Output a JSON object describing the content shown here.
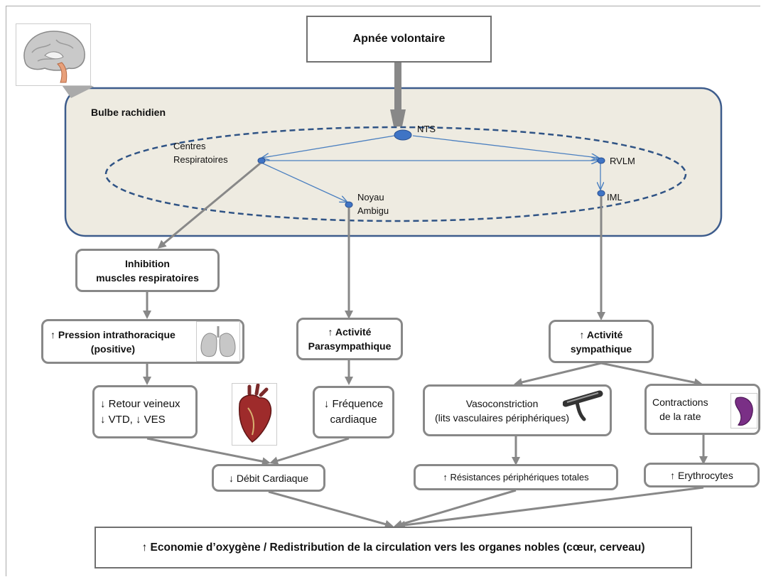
{
  "diagram": {
    "top_box": "Apnée volontaire",
    "region_label": "Bulbe rachidien",
    "nodes": {
      "nts": "NTS",
      "centres": "Centres\nRespiratoires",
      "rvlm": "RVLM",
      "noyau": "Noyau\nAmbigu",
      "iml": "IML"
    },
    "boxes": {
      "inhibition": "Inhibition\nmuscles respiratoires",
      "pression": "↑ Pression intrathoracique\n(positive)",
      "parasymp": "↑ Activité\nParasympathique",
      "symp": "↑ Activité\nsympathique",
      "retour": "↓ Retour veineux\n↓ VTD, ↓ VES",
      "frequence": "↓ Fréquence\ncardiaque",
      "vaso": "Vasoconstriction\n(lits vasculaires périphériques)",
      "rate": "Contractions\nde la rate",
      "debit": "↓ Débit Cardiaque",
      "resistances": "↑ Résistances périphériques totales",
      "erythro": "↑ Erythrocytes",
      "bottom": "↑ Economie d’oxygène / Redistribution de la circulation vers les organes nobles (cœur, cerveau)"
    },
    "icons": [
      "brain-icon",
      "lungs-icon",
      "heart-icon",
      "blood-vessel-icon",
      "spleen-icon"
    ],
    "colors": {
      "region_fill": "#eeebe1",
      "region_border": "#3d5c8c",
      "node_fill": "#3f74c5",
      "thin_arrow": "#4a7fc0",
      "thick_arrow": "#888888",
      "box_border": "#888888"
    }
  }
}
